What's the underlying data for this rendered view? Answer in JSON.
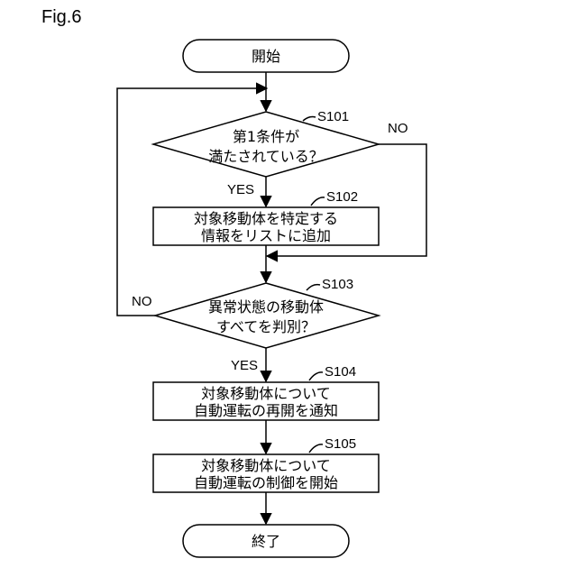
{
  "figure_label": "Fig.6",
  "nodes": {
    "start": {
      "text": "開始"
    },
    "s101": {
      "step": "S101",
      "lines": [
        "第1条件が",
        "満たされている？"
      ]
    },
    "s102": {
      "step": "S102",
      "lines": [
        "対象移動体を特定する",
        "情報をリストに追加"
      ]
    },
    "s103": {
      "step": "S103",
      "lines": [
        "異常状態の移動体",
        "すべてを判別？"
      ]
    },
    "s104": {
      "step": "S104",
      "lines": [
        "対象移動体について",
        "自動運転の再開を通知"
      ]
    },
    "s105": {
      "step": "S105",
      "lines": [
        "対象移動体について",
        "自動運転の制御を開始"
      ]
    },
    "end": {
      "text": "終了"
    }
  },
  "edges": {
    "s101_yes": "YES",
    "s101_no": "NO",
    "s103_yes": "YES",
    "s103_no": "NO"
  }
}
